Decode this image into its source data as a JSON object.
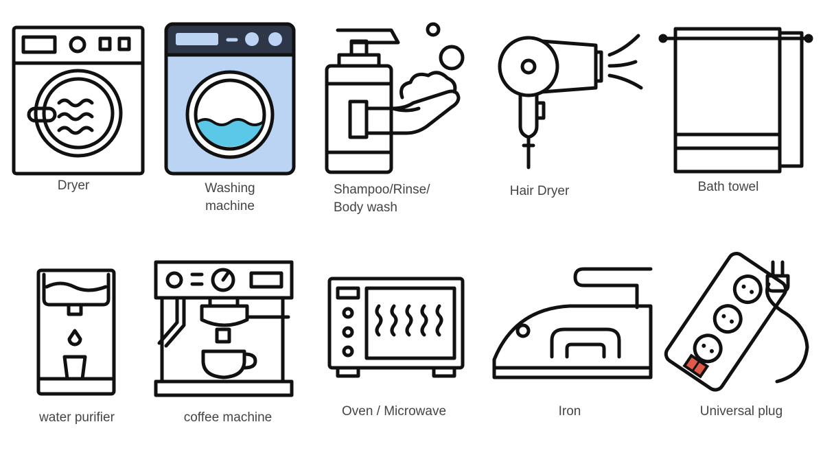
{
  "colors": {
    "stroke": "#111111",
    "label_text": "#444444",
    "washer_body": "#bcd4f3",
    "washer_panel": "#2d3748",
    "water": "#5bc8e8",
    "socket_indicator": "#e05a4a"
  },
  "items": [
    {
      "icon": "dryer-icon",
      "label": "Dryer"
    },
    {
      "icon": "washing-machine-icon",
      "label": "Washing\nmachine"
    },
    {
      "icon": "shampoo-rinse-body-wash-icon",
      "label": "Shampoo/Rinse/\nBody wash"
    },
    {
      "icon": "hair-dryer-icon",
      "label": "Hair Dryer"
    },
    {
      "icon": "bath-towel-icon",
      "label": "Bath towel"
    },
    {
      "icon": "water-purifier-icon",
      "label": "water purifier"
    },
    {
      "icon": "coffee-machine-icon",
      "label": "coffee machine"
    },
    {
      "icon": "oven-microwave-icon",
      "label": "Oven / Microwave"
    },
    {
      "icon": "iron-icon",
      "label": "Iron"
    },
    {
      "icon": "universal-plug-icon",
      "label": "Universal plug"
    }
  ]
}
